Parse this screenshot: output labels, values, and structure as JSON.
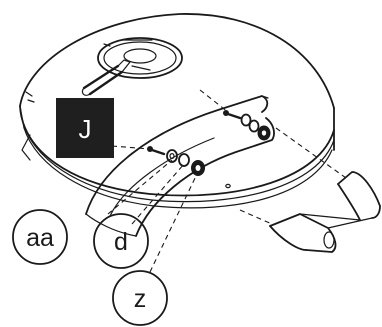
{
  "labels": {
    "box_label": "J",
    "callout_a": "aa",
    "callout_b": "d",
    "callout_c": "z"
  },
  "colors": {
    "ink": "#1a1a1a",
    "label_box": "#1f1f1f",
    "background": "#ffffff"
  },
  "icons": {
    "dome": "grill-lid-icon",
    "handle": "lid-handle-icon",
    "vent": "vent-dial-icon"
  }
}
